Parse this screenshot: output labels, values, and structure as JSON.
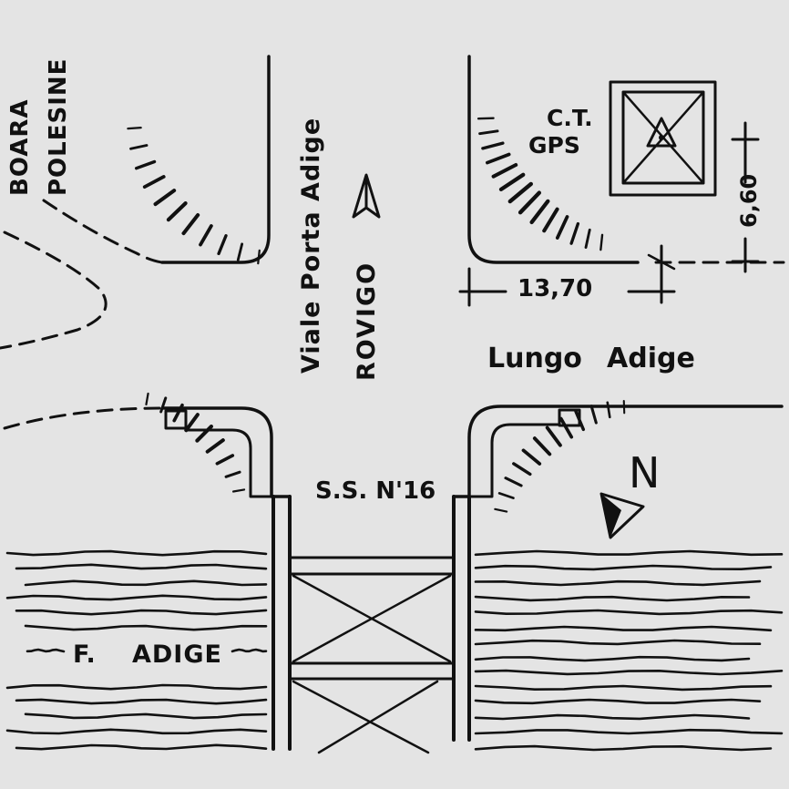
{
  "labels": {
    "boara": "BOARA",
    "polesine": "POLESINE",
    "viale": "Viale Porta Adige",
    "rovigo": "ROVIGO",
    "ct": "C.T.",
    "gps": "GPS",
    "dim_vertical": "6,60",
    "dim_horizontal": "13,70",
    "lungo": "Lungo",
    "adige_street": "Adige",
    "ss16": "S.S. N'16",
    "north": "N",
    "river_f": "F.",
    "river_adige": "ADIGE"
  },
  "colors": {
    "background": "#e4e4e4",
    "ink": "#111111"
  },
  "icons": {
    "north_arrow": "north-arrow-icon",
    "direction_arrow": "direction-arrow-icon",
    "survey_marker": "survey-point-marker-icon"
  }
}
